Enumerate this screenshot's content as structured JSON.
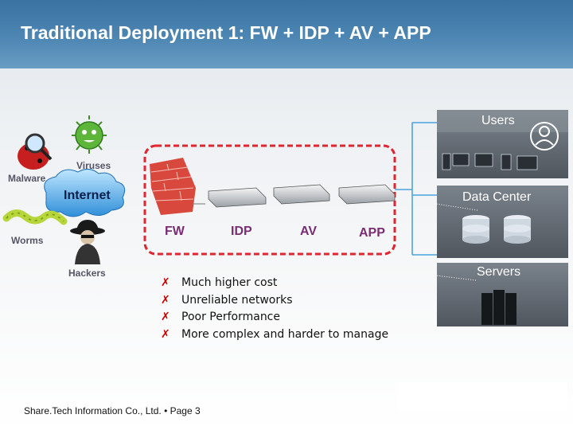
{
  "slide": {
    "title": "Traditional Deployment 1: FW + IDP + AV + APP",
    "footer": "Share.Tech Information Co., Ltd. • Page 3"
  },
  "threats": {
    "malware": "Malware",
    "viruses": "Viruses",
    "internet": "Internet",
    "worms": "Worms",
    "hackers": "Hackers"
  },
  "devices": [
    "FW",
    "IDP",
    "AV",
    "APP"
  ],
  "panel": {
    "users": "Users",
    "data_center": "Data Center",
    "servers": "Servers"
  },
  "issues": [
    "Much higher cost",
    "Unreliable networks",
    "Poor Performance",
    "More complex and harder to manage"
  ],
  "colors": {
    "header": "#4a82b0",
    "dashed_box": "#e0262f",
    "connector": "#4aa3e0",
    "panel": "#5e6670",
    "device_label": "#7a2d73",
    "issue_mark": "#cc0000"
  }
}
